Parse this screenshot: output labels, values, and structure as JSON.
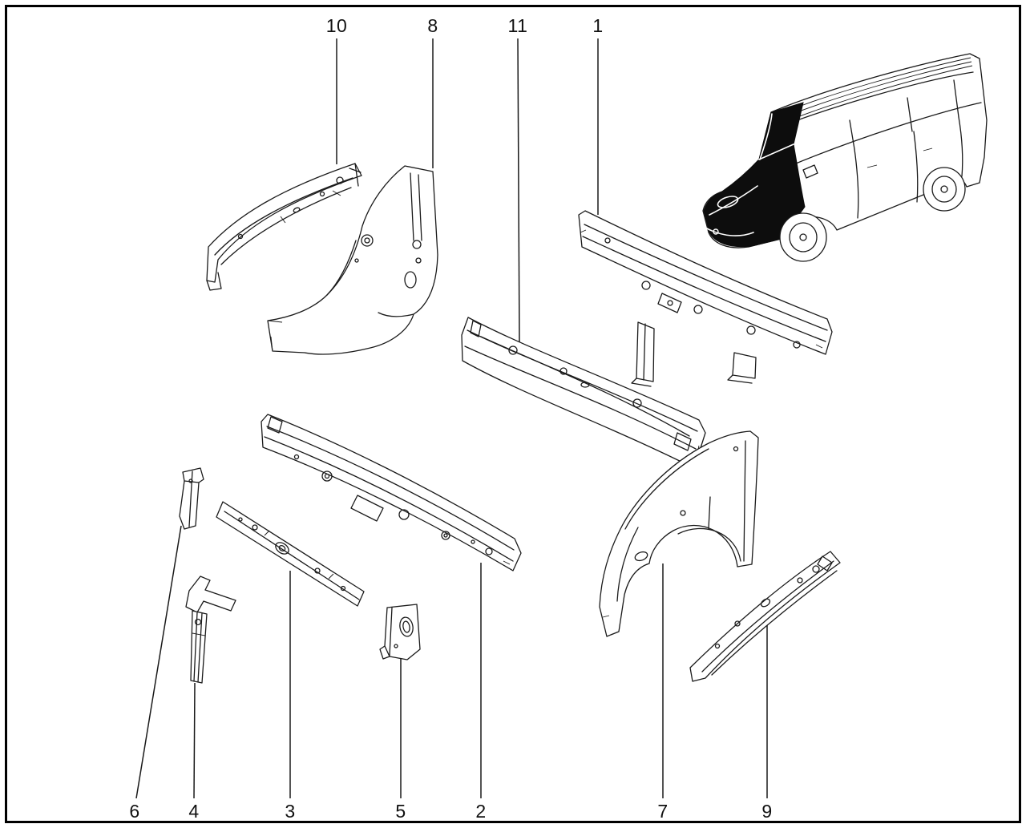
{
  "figure": {
    "kind": "exploded-parts-line-diagram",
    "ink_color": "#1a1a1a",
    "background_color": "#ffffff",
    "highlight_fill": "#0d0d0d"
  },
  "callouts": [
    {
      "label": "10",
      "edge": "top"
    },
    {
      "label": "8",
      "edge": "top"
    },
    {
      "label": "11",
      "edge": "top"
    },
    {
      "label": "1",
      "edge": "top"
    },
    {
      "label": "6",
      "edge": "bottom"
    },
    {
      "label": "4",
      "edge": "bottom"
    },
    {
      "label": "3",
      "edge": "bottom"
    },
    {
      "label": "5",
      "edge": "bottom"
    },
    {
      "label": "2",
      "edge": "bottom"
    },
    {
      "label": "7",
      "edge": "bottom"
    },
    {
      "label": "9",
      "edge": "bottom"
    }
  ]
}
